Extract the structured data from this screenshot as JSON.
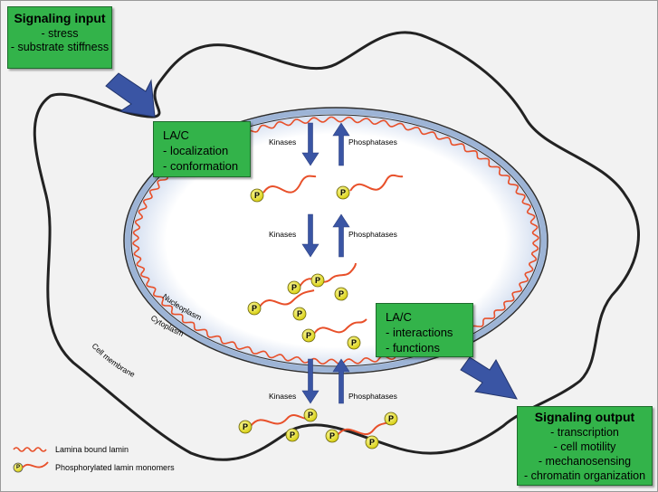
{
  "signaling_input": {
    "title": "Signaling input",
    "items": [
      "- stress",
      "- substrate stiffness"
    ]
  },
  "lac_top": {
    "title": "LA/C",
    "items": [
      "- localization",
      "- conformation"
    ]
  },
  "lac_bottom": {
    "title": "LA/C",
    "items": [
      "- interactions",
      "- functions"
    ]
  },
  "signaling_output": {
    "title": "Signaling output",
    "items": [
      "- transcription",
      "- cell motility",
      "- mechanosensing",
      "- chromatin organization"
    ]
  },
  "arrows": {
    "kinases": "Kinases",
    "phosphatases": "Phosphatases"
  },
  "compartments": {
    "nucleoplasm": "Nucleoplasm",
    "cytoplasm": "Cytoplasm",
    "cell_membrane": "Cell membrane"
  },
  "phospho_label": "P",
  "legend": {
    "lamina_bound": "Lamina bound lamin",
    "phosphorylated": "Phosphorylated lamin monomers"
  },
  "colors": {
    "box_green": "#33b34a",
    "arrow_blue": "#3a55a4",
    "lamin_red": "#e8502a",
    "phospho_yellow": "#e8e01a",
    "envelope_blue": "#9db4d6"
  }
}
